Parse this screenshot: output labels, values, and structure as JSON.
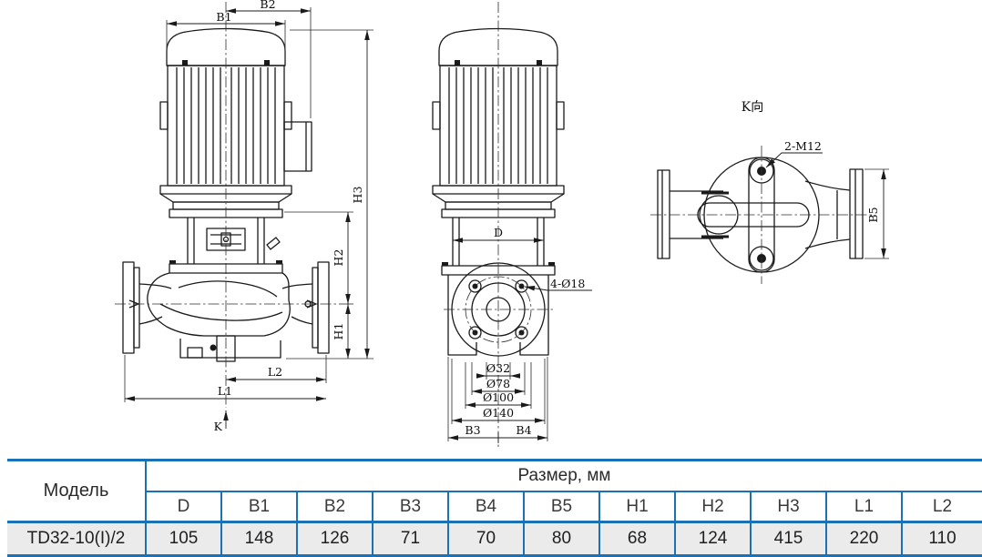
{
  "drawing": {
    "front_view": {
      "dims": {
        "b2": "B2",
        "b1": "B1",
        "h3": "H3",
        "h2": "H2",
        "h1": "H1",
        "l2": "L2",
        "l1": "L1",
        "k": "K"
      }
    },
    "side_view": {
      "dims": {
        "d": "D",
        "holes": "4-Ø18",
        "d32": "Ø32",
        "d78": "Ø78",
        "d100": "Ø100",
        "d140": "Ø140",
        "b3": "B3",
        "b4": "B4"
      }
    },
    "k_view": {
      "title": "K向",
      "dims": {
        "bolts": "2-M12",
        "b5": "B5"
      }
    }
  },
  "table": {
    "model_header": "Модель",
    "size_header": "Размер, мм",
    "columns": [
      "D",
      "B1",
      "B2",
      "B3",
      "B4",
      "B5",
      "H1",
      "H2",
      "H3",
      "L1",
      "L2"
    ],
    "row": {
      "model": "TD32-10(I)/2",
      "values": [
        "105",
        "148",
        "126",
        "71",
        "70",
        "80",
        "68",
        "124",
        "415",
        "220",
        "110"
      ]
    }
  },
  "colors": {
    "table_border": "#1a71b5",
    "row_bg": "#ebebeb",
    "line": "#1a1a1a"
  }
}
